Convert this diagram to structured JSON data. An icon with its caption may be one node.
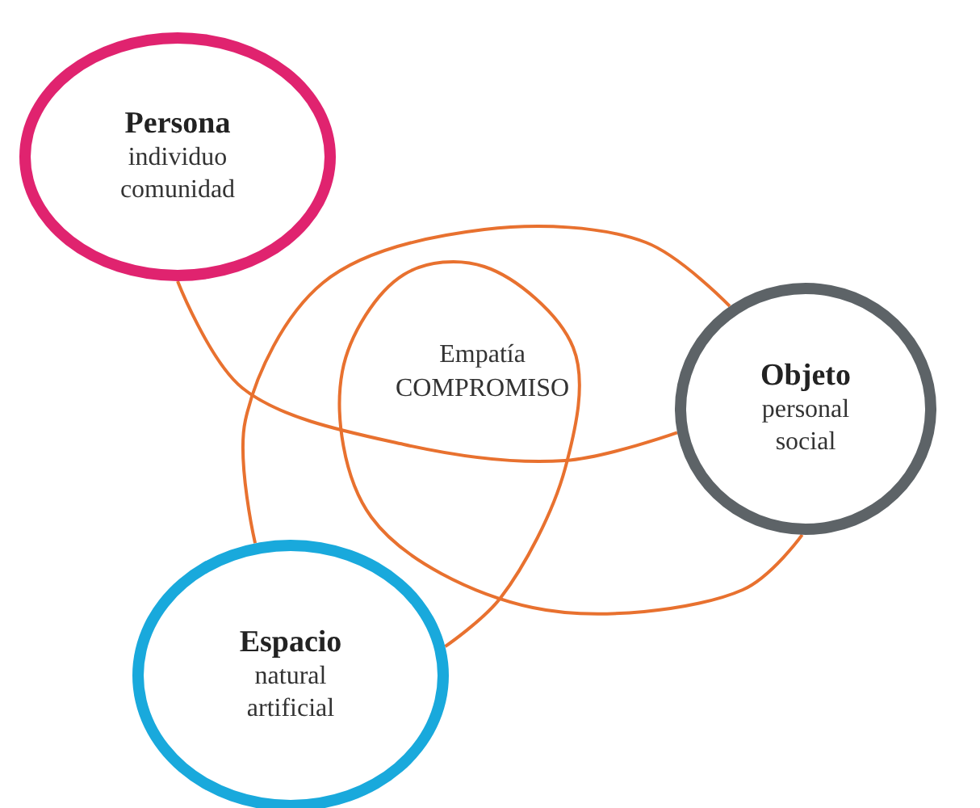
{
  "diagram": {
    "nodes": [
      {
        "text": [
          "Persona",
          "individuo comunidad"
        ]
      },
      {
        "text": [
          "Objeto",
          "personal social"
        ]
      },
      {
        "text": [
          "Espacio",
          "natural artificial"
        ]
      }
    ],
    "edges": [
      {
        "from": 0,
        "to": 1,
        "arrow": "none"
      },
      {
        "from": 2,
        "to": 1,
        "arrow": "none"
      },
      {
        "from": 1,
        "to": 2,
        "arrow": "none"
      }
    ],
    "labels": [
      "Empatía COMPROMISO"
    ]
  }
}
